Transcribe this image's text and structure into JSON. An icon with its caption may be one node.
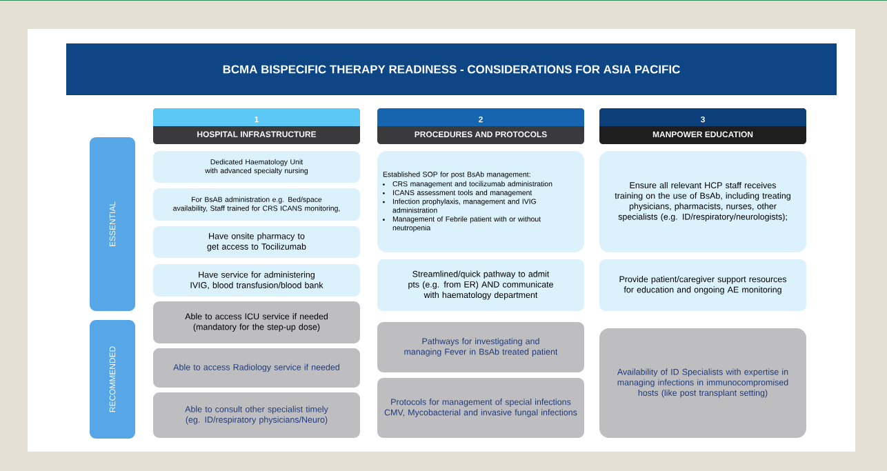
{
  "diagram": {
    "title": "BCMA BISPECIFIC THERAPY READINESS - CONSIDERATIONS FOR ASIA PACIFIC",
    "nodes": [
      {
        "text": [
          "1",
          "HOSPITAL INFRASTRUCTURE"
        ]
      },
      {
        "text": [
          "2",
          "PROCEDURES AND PROTOCOLS"
        ]
      },
      {
        "text": [
          "3",
          "MANPOWER EDUCATION"
        ]
      },
      {
        "text": [
          "ESSENTIAL"
        ]
      },
      {
        "text": [
          "Dedicated Haematology Unit with advanced specialty nursing"
        ]
      },
      {
        "text": [
          "For BsAB administration e.g. Bed/space availability, Staff trained for CRS ICANS monitoring,"
        ]
      },
      {
        "text": [
          "Have onsite pharmacy to get access to Tocilizumab"
        ]
      },
      {
        "text": [
          "Have service for administering IVIG, blood transfusion/blood bank"
        ]
      },
      {
        "text": [
          "Established SOP for post BsAb management:",
          "CRS management and tocilizumab administration",
          "ICANS assessment tools and management",
          "Infection prophylaxis, management and IVIG administration",
          "Management of Febrile patient with or without neutropenia"
        ]
      },
      {
        "text": [
          "Streamlined/quick pathway to admit pts (e.g. from ER) AND communicate with haematology department"
        ]
      },
      {
        "text": [
          "Ensure all relevant HCP staff receives training on the use of BsAb, including treating physicians, pharmacists, nurses, other specialists (e.g. ID/respiratory/neurologists);"
        ]
      },
      {
        "text": [
          "Provide patient/caregiver support resources for education and ongoing AE monitoring"
        ]
      },
      {
        "text": [
          "RECOMMENDED"
        ]
      },
      {
        "text": [
          "Able to access ICU service if needed (mandatory for the step-up dose)"
        ]
      },
      {
        "text": [
          "Able to access Radiology service if needed"
        ]
      },
      {
        "text": [
          "Able to consult other specialist timely (eg. ID/respiratory physicians/Neuro)"
        ]
      },
      {
        "text": [
          "Pathways for investigating and managing Fever in BsAb treated patient"
        ]
      },
      {
        "text": [
          "Protocols for management of special infections CMV, Mycobacterial and invasive fungal infections"
        ]
      },
      {
        "text": [
          "Availability of ID Specialists with expertise in managing infections in immunocompromised hosts (like post transplant setting)"
        ]
      }
    ]
  }
}
